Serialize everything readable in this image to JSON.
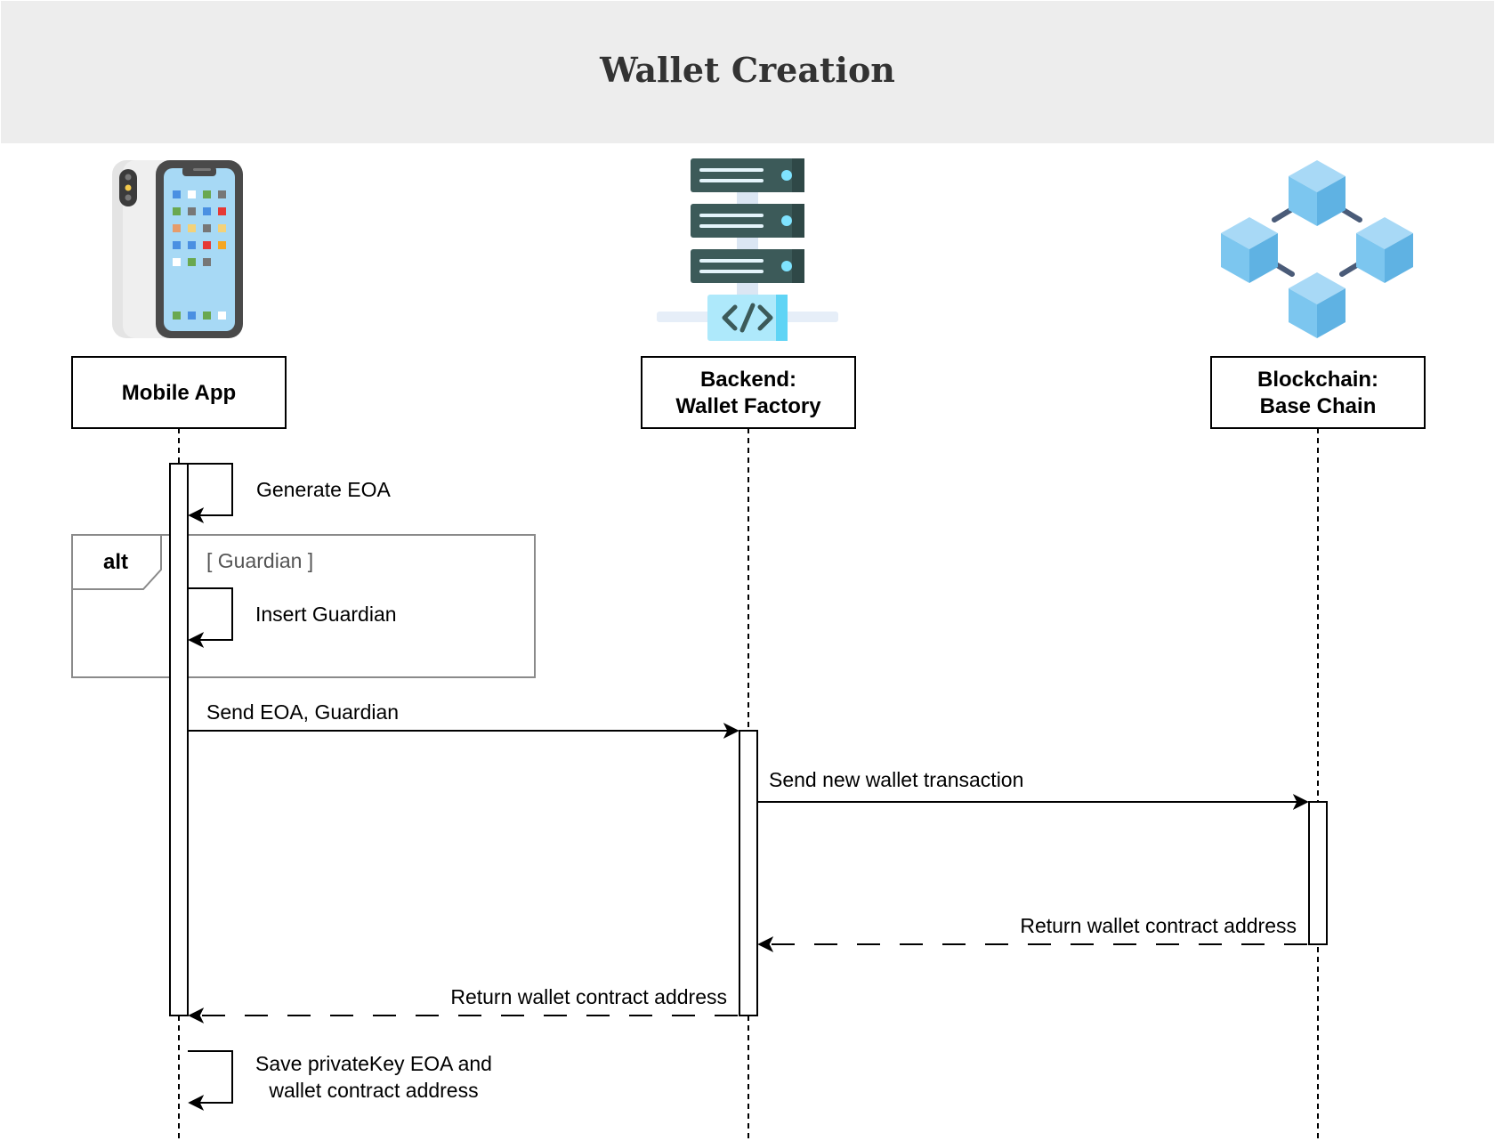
{
  "title": "Wallet Creation",
  "colors": {
    "header_bg": "#ededed",
    "line": "#000000",
    "frame": "#8a8a8a",
    "server_dark": "#3c5a59",
    "server_light": "#aee9fb",
    "chain_cube": "#7cc6ef",
    "chain_link": "#4a5b78"
  },
  "participants": [
    {
      "line1": "Mobile App",
      "line2": "",
      "icon": "smartphone-icon"
    },
    {
      "line1": "Backend:",
      "line2": "Wallet Factory",
      "icon": "server-code-icon"
    },
    {
      "line1": "Blockchain:",
      "line2": "Base Chain",
      "icon": "blockchain-icon"
    }
  ],
  "alt_frame": {
    "label": "alt",
    "guard": "[ Guardian ]"
  },
  "messages": [
    {
      "text": "Generate EOA",
      "type": "self"
    },
    {
      "text": "Insert Guardian",
      "type": "self"
    },
    {
      "text": "Send EOA, Guardian",
      "type": "call"
    },
    {
      "text": "Send new wallet transaction",
      "type": "call"
    },
    {
      "text": "Return wallet contract address",
      "type": "return"
    },
    {
      "text": "Return wallet contract address",
      "type": "return"
    },
    {
      "text_line1": "Save privateKey EOA and",
      "text_line2": "wallet contract address",
      "type": "self"
    }
  ]
}
